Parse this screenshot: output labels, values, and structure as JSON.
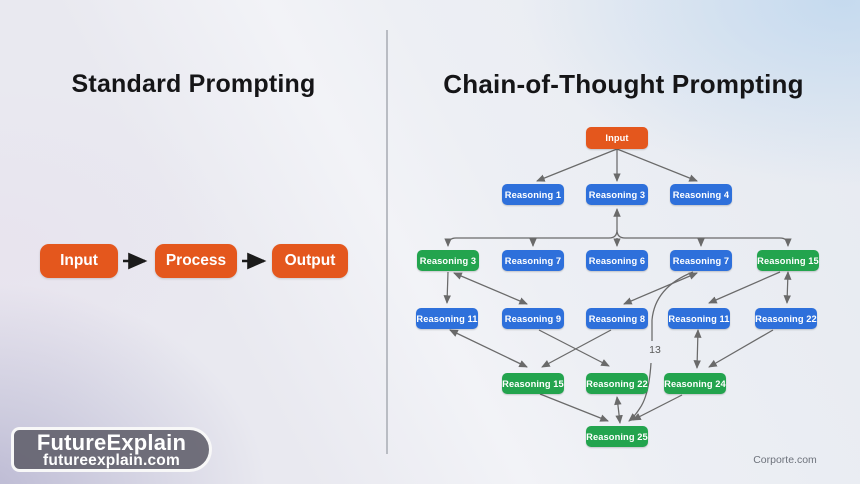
{
  "left_panel": {
    "title": "Standard Prompting",
    "flow": {
      "input": "Input",
      "process": "Process",
      "output": "Output"
    }
  },
  "right_panel": {
    "title": "Chain-of-Thought Prompting",
    "nodes": {
      "input": "Input",
      "r2": [
        "Reasoning 1",
        "Reasoning 3",
        "Reasoning 4"
      ],
      "r3": [
        "Reasoning 3",
        "Reasoning 7",
        "Reasoning 6",
        "Reasoning 7",
        "Reasoning 15"
      ],
      "r4": [
        "Reasoning 11",
        "Reasoning 9",
        "Reasoning 8",
        "Reasoning 11",
        "Reasoning 22"
      ],
      "r5": [
        "Reasoning 15",
        "Reasoning 22",
        "Reasoning 24"
      ],
      "r6": [
        "Reasoning 25"
      ],
      "edge_label": "13"
    }
  },
  "watermark": {
    "brand": "FutureExplain",
    "site": "futureexplain.com"
  },
  "footer": {
    "credit": "Corporte.com"
  },
  "colors": {
    "accent_orange": "#E4571D",
    "node_blue": "#2E70DB",
    "node_green": "#23A44E",
    "edge_gray": "#6a6a6a",
    "flow_arrow_black": "#1b1b1b",
    "background_lavender": "#CFCDDF",
    "background_blue": "#D9E5F1"
  }
}
